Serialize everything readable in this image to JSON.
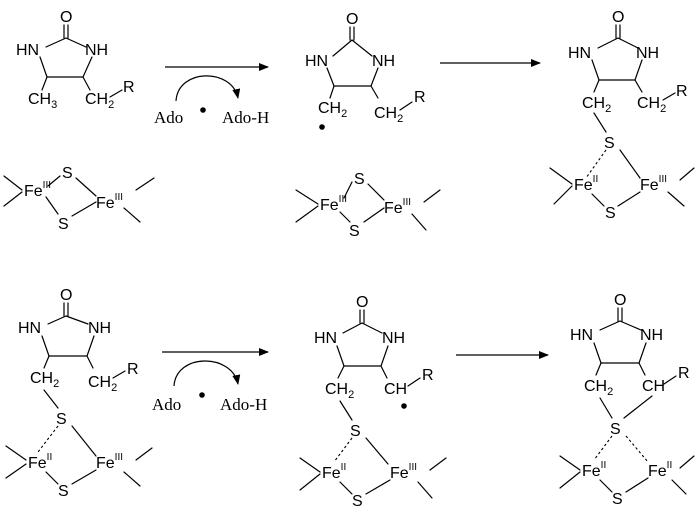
{
  "labels": {
    "O": "O",
    "HN": "HN",
    "NH": "NH",
    "CH": "CH",
    "sub3": "3",
    "sub2": "2",
    "R": "R",
    "S": "S",
    "Fe": "Fe",
    "ox3": "III",
    "ox2": "II"
  },
  "reagents": {
    "ado": "Ado",
    "ado_h": "Ado-H"
  }
}
